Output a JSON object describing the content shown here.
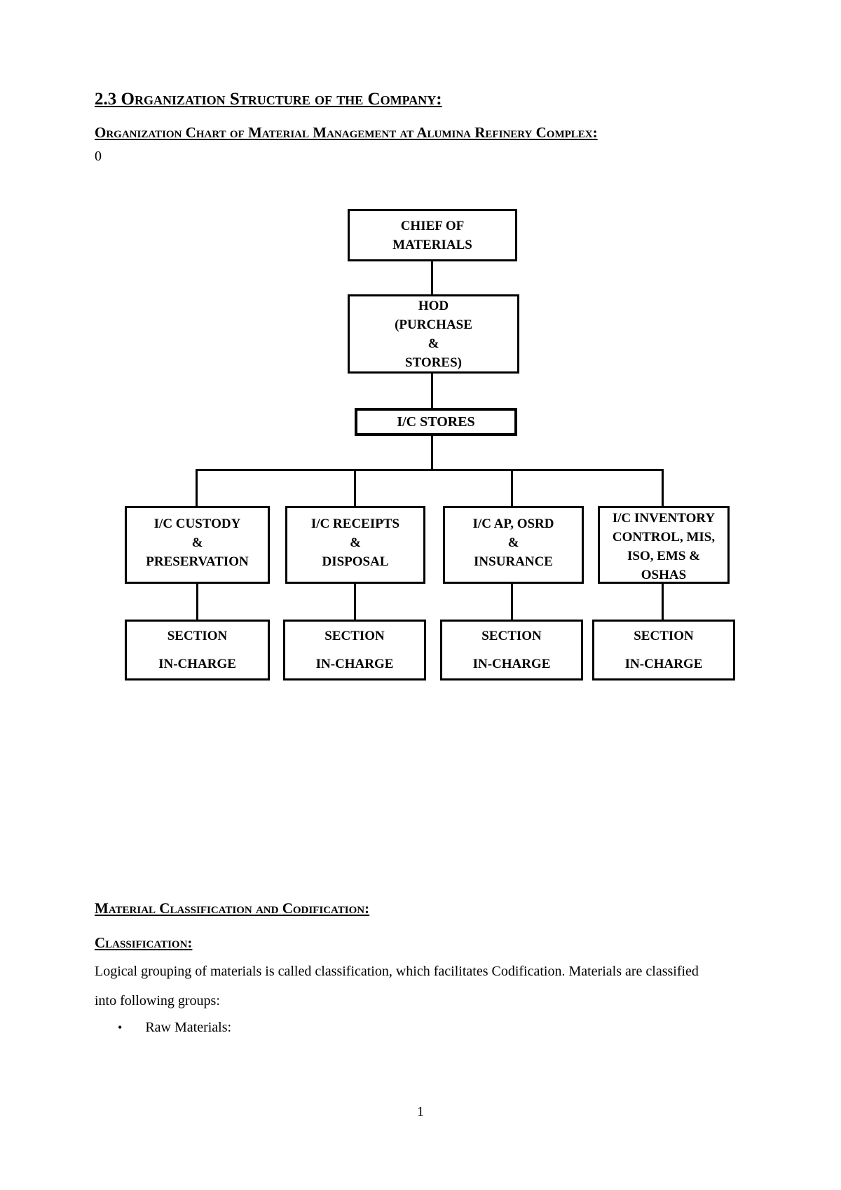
{
  "document": {
    "section_heading": "2.3 Organization Structure of the Company:",
    "chart_heading": "Organization Chart of Material Management at Alumina Refinery Complex:",
    "stray_text": "0",
    "page_number": "1"
  },
  "org_chart": {
    "chief": {
      "lines": [
        "CHIEF OF",
        "MATERIALS"
      ]
    },
    "hod": {
      "lines": [
        "HOD",
        "(PURCHASE",
        "&",
        "STORES)"
      ]
    },
    "ic_stores": {
      "lines": [
        "I/C STORES"
      ]
    },
    "branches": [
      {
        "lines": [
          "I/C CUSTODY",
          "&",
          "PRESERVATION"
        ]
      },
      {
        "lines": [
          "I/C RECEIPTS",
          "&",
          "DISPOSAL"
        ]
      },
      {
        "lines": [
          "I/C AP, OSRD",
          "&",
          "INSURANCE"
        ]
      },
      {
        "lines": [
          "I/C INVENTORY",
          "CONTROL, MIS,",
          "ISO, EMS &",
          "OSHAS"
        ]
      }
    ],
    "section_incharge": {
      "lines": [
        "SECTION",
        "IN-CHARGE"
      ]
    }
  },
  "classification": {
    "main_heading": "Material Classification and Codification:",
    "sub_heading": "Classification:",
    "paragraph": "Logical grouping of materials is called classification, which facilitates Codification. Materials are classified into following groups:",
    "bullet_glyph": "•",
    "bullets": [
      "Raw Materials:"
    ]
  },
  "colors": {
    "text": "#000000",
    "lines": "#000000",
    "background": "#ffffff"
  }
}
